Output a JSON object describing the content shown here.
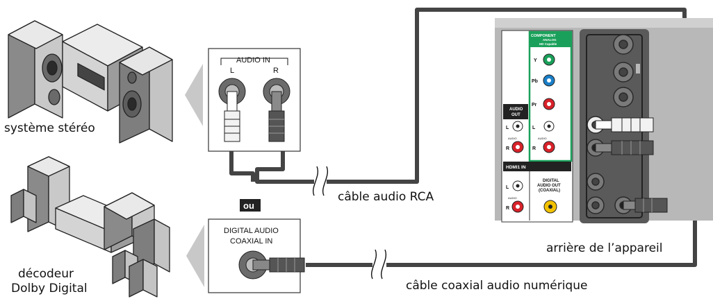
{
  "devices": {
    "stereo_label": "système stéréo",
    "decoder_label_line1": "décodeur",
    "decoder_label_line2": "Dolby Digital"
  },
  "stereo_panel": {
    "audio_in": "AUDIO IN",
    "left": "L",
    "right": "R"
  },
  "coax_panel": {
    "line1": "DIGITAL AUDIO",
    "line2": "COAXIAL  IN"
  },
  "or_badge": "ou",
  "cables": {
    "rca": "câble audio RCA",
    "coax": "câble coaxial audio numérique"
  },
  "tv_back": {
    "label": "arrière de l’appareil",
    "component_title": "COMPONENT",
    "component_sub1": "ANALOG",
    "component_sub2": "HD Capable",
    "jack_y": "Y",
    "jack_pb": "Pb",
    "jack_pr": "Pr",
    "audio_out_line1": "AUDIO",
    "audio_out_line2": "OUT",
    "jack_l": "L",
    "jack_r": "R",
    "audio_word": "AUDIO",
    "hdmi1_in": "HDMI1  IN",
    "digital_out_line1": "DIGITAL",
    "digital_out_line2": "AUDIO OUT",
    "digital_out_line3": "(COAXIAL)"
  },
  "colors": {
    "cable": "#444444",
    "jack_green": "#1aa05a",
    "jack_blue": "#1a7fc8",
    "jack_red": "#d8222a",
    "jack_yellow": "#f2c200",
    "panel_gray": "#b8b8b8",
    "dark_gray": "#5a5a5a"
  }
}
